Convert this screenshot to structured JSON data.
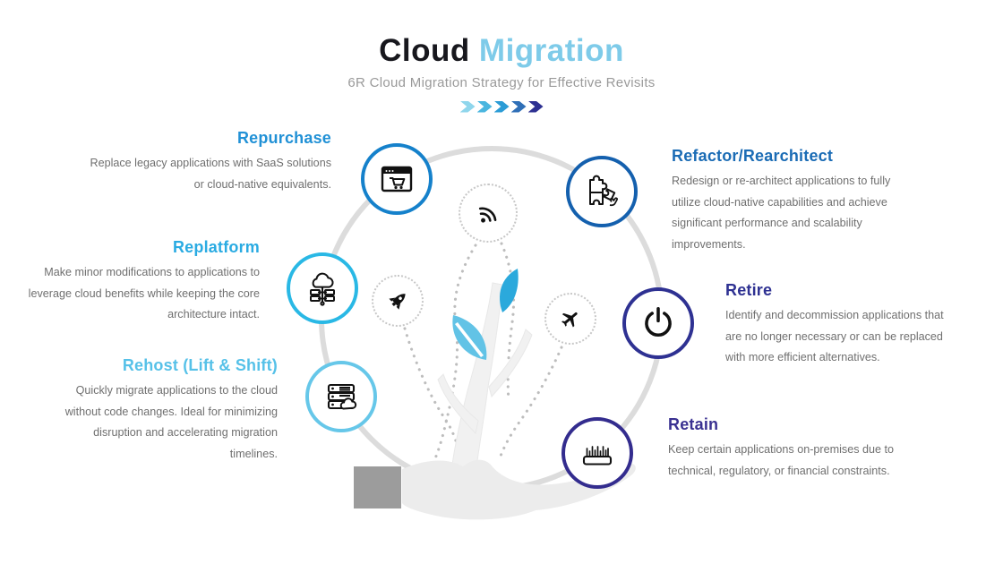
{
  "header": {
    "title_dark": "Cloud",
    "title_light": " Migration",
    "title_dark_color": "#17171d",
    "title_light_color": "#7ecbe9",
    "subtitle": "6R Cloud Migration Strategy for Effective Revisits",
    "chevron_colors": [
      "#8fd6ec",
      "#4ab6df",
      "#2b9cd6",
      "#2f6fb7",
      "#2e3192"
    ]
  },
  "strategies": [
    {
      "key": "repurchase",
      "title": "Repurchase",
      "description": "Replace legacy applications with SaaS solutions or cloud-native equivalents.",
      "accent": "#2191d6",
      "ring": "#1581cb",
      "icon": "browser-cart-icon"
    },
    {
      "key": "replatform",
      "title": "Replatform",
      "description": "Make minor modifications to applications to leverage cloud benefits while keeping the core architecture intact.",
      "accent": "#2aabe2",
      "ring": "#29b8e5",
      "icon": "cloud-servers-icon"
    },
    {
      "key": "rehost",
      "title": "Rehost (Lift & Shift)",
      "description": "Quickly migrate applications to the cloud without code changes. Ideal for minimizing disruption and accelerating migration timelines.",
      "accent": "#56c1e8",
      "ring": "#66c7e9",
      "icon": "server-stack-cloud-icon"
    },
    {
      "key": "refactor",
      "title": "Refactor/Rearchitect",
      "description": "Redesign or re-architect applications to fully utilize cloud-native capabilities and achieve significant performance and scalability improvements.",
      "accent": "#1b6cb5",
      "ring": "#1460ae",
      "icon": "puzzle-hand-icon"
    },
    {
      "key": "retire",
      "title": "Retire",
      "description": "Identify and decommission applications that are no longer necessary or can be replaced with more efficient alternatives.",
      "accent": "#2e3192",
      "ring": "#2e3192",
      "icon": "power-icon"
    },
    {
      "key": "retain",
      "title": "Retain",
      "description": "Keep certain applications on-premises due to technical, regulatory, or financial constraints.",
      "accent": "#3a3191",
      "ring": "#332c8e",
      "icon": "brush-icon"
    }
  ],
  "center_illustration": {
    "floating_icons": [
      "rss-icon",
      "rocket-icon",
      "airplane-icon"
    ],
    "ring_color": "#dcdcdc",
    "leaf_light_color": "#62c3e6",
    "leaf_dark_color": "#2ba9dc",
    "trunk_color": "#f1f1f1",
    "hand_color": "#ececec",
    "cuff_color": "#9c9c9c"
  }
}
